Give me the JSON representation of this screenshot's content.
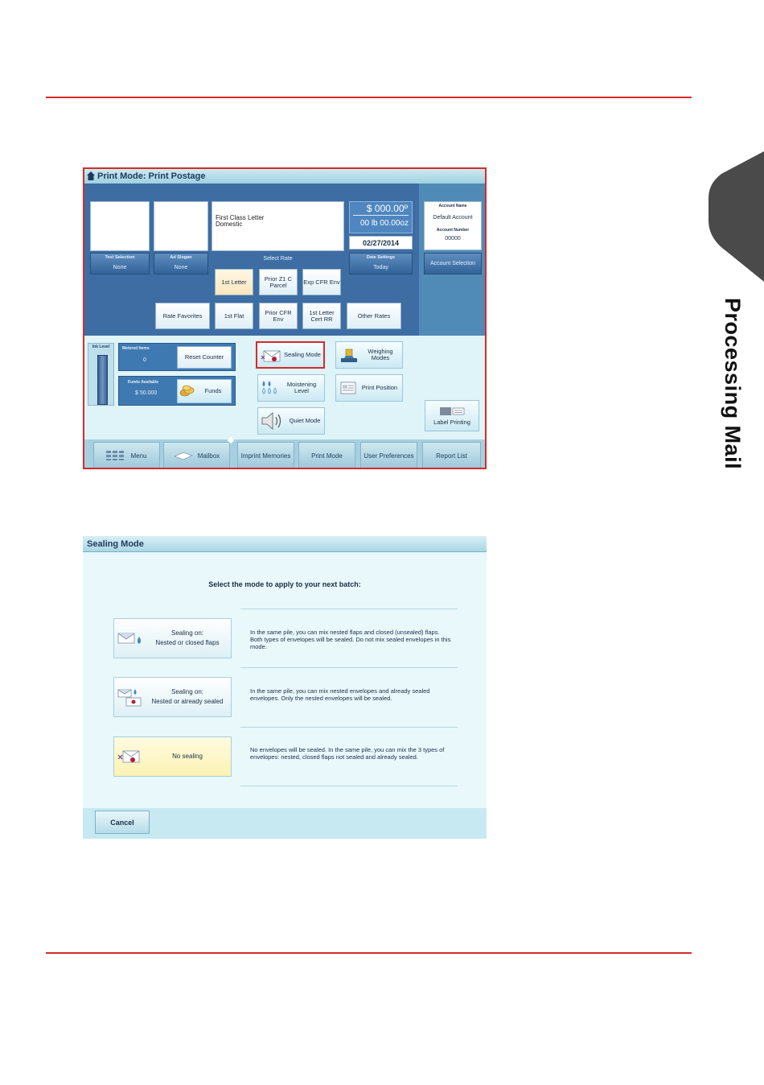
{
  "side_tab": {
    "label": "Processing Mail",
    "color": "#4a4a4a"
  },
  "colors": {
    "accent_red": "#d72a2a",
    "panel_blue": "#3d6da3",
    "screen_bg": "#dff4f8"
  },
  "screen1": {
    "title": "Print Mode: Print Postage",
    "title_icon": "home-icon",
    "class_text_line1": "First Class Letter",
    "class_text_line2": "Domestic",
    "amount": "$ 000.00º",
    "weight": "00 lb 00.00oz",
    "date": "02/27/2014",
    "text_selection": {
      "title": "Text Selection",
      "value": "None"
    },
    "ad_slogan": {
      "title": "Ad Slogan",
      "value": "None"
    },
    "select_rate_label": "Select Rate",
    "date_settings": {
      "title": "Date Settings",
      "value": "Today"
    },
    "account": {
      "name_label": "Account Name",
      "name": "Default Account",
      "number_label": "Account Number",
      "number": "00000",
      "selection_button": "Account Selection"
    },
    "rates_row1": [
      "1st Letter",
      "Prior Z1 C Parcel",
      "Exp CFR Env"
    ],
    "rates_row2": [
      "Rate Favorites",
      "1st Flat",
      "Prior CFR Env",
      "1st Letter Cert RR",
      "Other Rates"
    ],
    "ink_level_label": "Ink Level",
    "metered_items": {
      "label": "Metered Items",
      "value": "0",
      "button": "Reset Counter"
    },
    "funds": {
      "label": "Funds Available",
      "value": "$ 50.000",
      "button": "Funds"
    },
    "features": {
      "sealing_mode": "Sealing Mode",
      "weighing_modes": "Weighing Modes",
      "moistening_level": "Moistening Level",
      "print_position": "Print Position",
      "quiet_mode": "Quiet Mode",
      "label_printing": "Label Printing"
    },
    "nav": [
      "Menu",
      "Mailbox",
      "Imprint Memories",
      "Print Mode",
      "User Preferences",
      "Report List"
    ]
  },
  "screen2": {
    "title": "Sealing Mode",
    "prompt": "Select the mode to apply to your next batch:",
    "options": [
      {
        "line1": "Sealing on:",
        "line2": "Nested or closed flaps",
        "desc": "In the same pile, you can mix nested flaps and closed (unsealed) flaps. Both types of envelopes will be sealed. Do not mix sealed envelopes in this mode."
      },
      {
        "line1": "Sealing on:",
        "line2": "Nested or already sealed",
        "desc": "In the same pile, you can mix nested envelopes and already sealed envelopes. Only the nested envelopes will be sealed."
      },
      {
        "line1": "No sealing",
        "line2": "",
        "desc": "No envelopes will be sealed. In the same pile, you can mix the 3 types of envelopes: nested, closed flaps not sealed and already sealed."
      }
    ],
    "cancel": "Cancel"
  }
}
